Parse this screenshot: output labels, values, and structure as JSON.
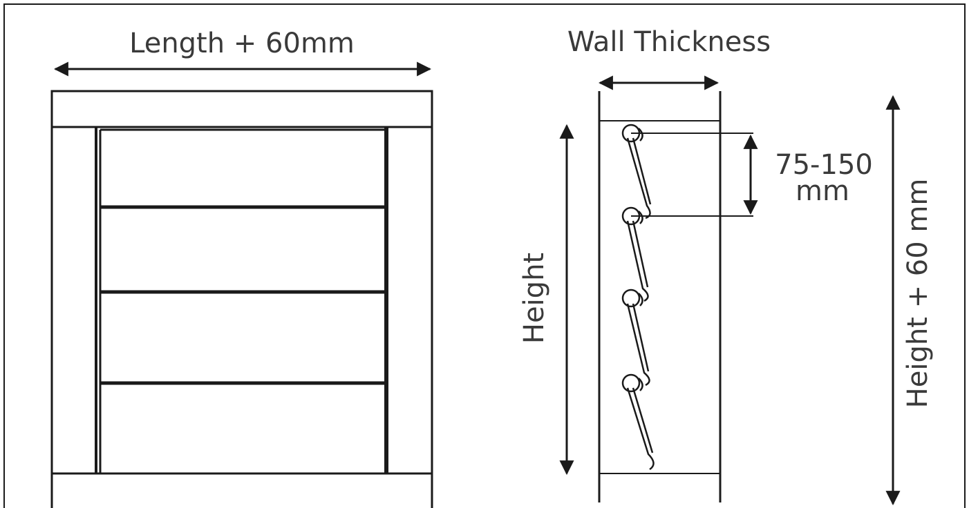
{
  "front_view": {
    "length_label": "Length + 60mm"
  },
  "side_view": {
    "wall_thickness_label": "Wall Thickness",
    "height_label": "Height",
    "spacing_value_label": "75-150",
    "spacing_unit_label": "mm",
    "overall_height_label": "Height + 60 mm"
  },
  "colors": {
    "line": "#1a1a1a",
    "text": "#3a3a3a",
    "background": "#ffffff"
  }
}
